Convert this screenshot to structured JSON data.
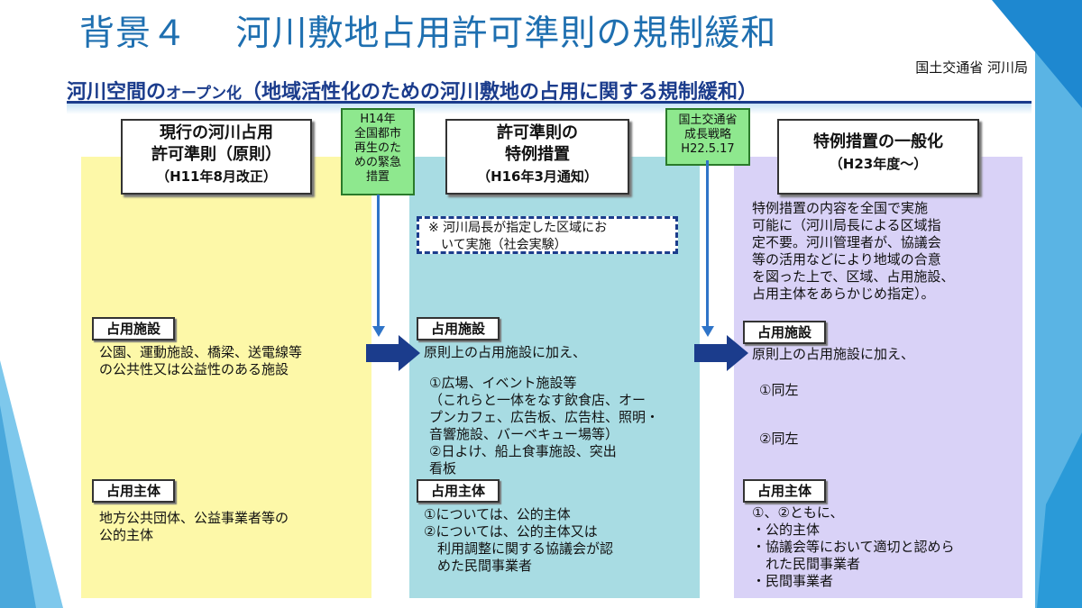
{
  "slide": {
    "title": "背景４　 河川敷地占用許可準則の規制緩和"
  },
  "figure": {
    "agency": "国土交通省 河川局",
    "banner_main": "河川空間の",
    "banner_small": "オープン化",
    "banner_rest": "（地域活性化のための河川敷地の占用に関する規制緩和）",
    "columns": [
      {
        "header_line1": "現行の河川占用",
        "header_line2": "許可準則（原則）",
        "header_sub": "（H11年8月改正）",
        "facility_tag": "占用施設",
        "facility_text": "公園、運動施設、橋梁、送電線等\nの公共性又は公益性のある施設",
        "entity_tag": "占用主体",
        "entity_text": "地方公共団体、公益事業者等の\n公的主体"
      },
      {
        "header_line1": "許可準則の",
        "header_line2": "特例措置",
        "header_sub": "（H16年3月通知）",
        "note": "※ 河川局長が指定した区域にお\n　いて実施（社会実験）",
        "facility_tag": "占用施設",
        "facility_text": "原則上の占用施設に加え、",
        "facility_items": "①広場、イベント施設等\n（これらと一体をなす飲食店、オー\nプンカフェ、広告板、広告柱、照明・\n音響施設、バーベキュー場等）\n②日よけ、船上食事施設、突出\n看板",
        "entity_tag": "占用主体",
        "entity_text": "①については、公的主体\n②については、公的主体又は\n　利用調整に関する協議会が認\n　めた民間事業者"
      },
      {
        "header_line1": "特例措置の一般化",
        "header_sub": "（H23年度～）",
        "intro": "特例措置の内容を全国で実施\n可能に（河川局長による区域指\n定不要。河川管理者が、協議会\n等の活用などにより地域の合意\nを図った上で、区域、占用施設、\n占用主体をあらかじめ指定）。",
        "facility_tag": "占用施設",
        "facility_text": "原則上の占用施設に加え、",
        "facility_item1": "①同左",
        "facility_item2": "②同左",
        "entity_tag": "占用主体",
        "entity_text": "①、②ともに、\n・公的主体\n・協議会等において適切と認めら\n　れた民間事業者\n・民間事業者"
      }
    ],
    "milestones": [
      {
        "text": "H14年\n全国都市\n再生のた\nめの緊急\n措置"
      },
      {
        "text": "国土交通省\n成長戦略\nH22.5.17"
      }
    ]
  },
  "colors": {
    "title": "#1e6fb0",
    "banner": "#1b3c8c",
    "col1": "#fdf8a8",
    "col2": "#a8dce3",
    "col3": "#d9d2f7",
    "milestone": "#8ee88e",
    "arrow": "#1b3c8c"
  }
}
